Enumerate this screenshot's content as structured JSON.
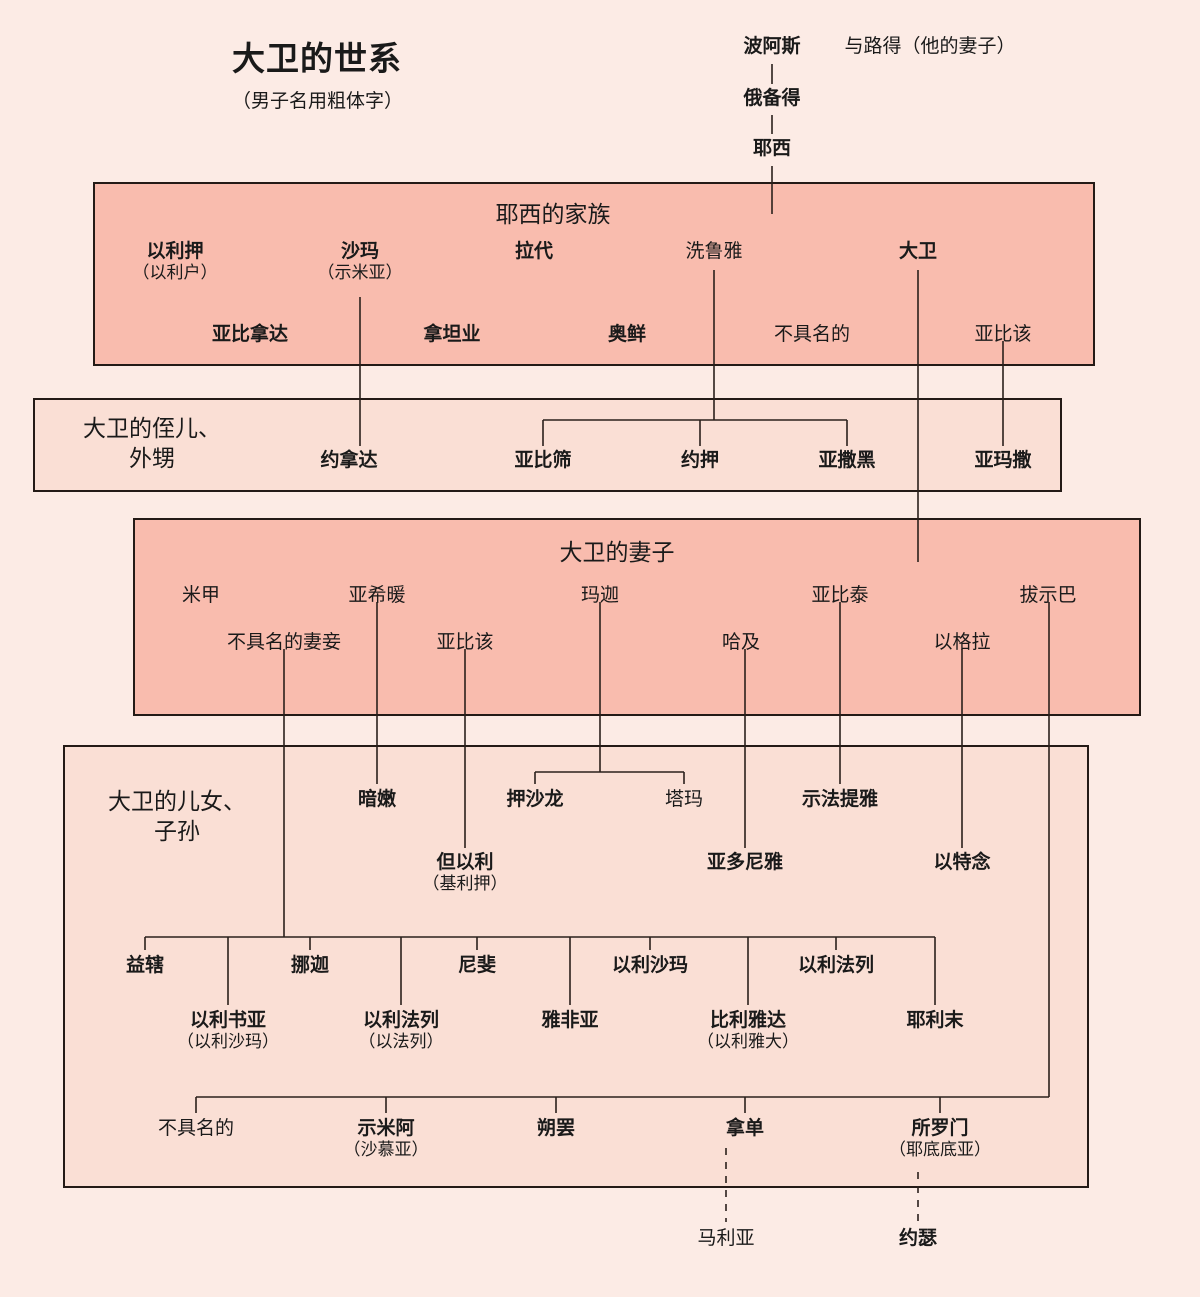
{
  "header": {
    "title": "大卫的世系",
    "subtitle": "（男子名用粗体字）"
  },
  "ancestors": [
    {
      "name": "波阿斯",
      "spouse": "与路得（他的妻子）"
    },
    {
      "name": "俄备得"
    },
    {
      "name": "耶西"
    }
  ],
  "boxes": {
    "jesse_family": {
      "title": "耶西的家族"
    },
    "nephews": {
      "title": "大卫的侄儿、\n外甥",
      "line1": "大卫的侄儿、",
      "line2": "外甥"
    },
    "wives": {
      "title": "大卫的妻子"
    },
    "children": {
      "line1": "大卫的儿女、",
      "line2": "子孙"
    }
  },
  "jesse_family": {
    "row1": [
      {
        "name": "以利押",
        "alt": "（以利户）",
        "male": true
      },
      {
        "name": "沙玛",
        "alt": "（示米亚）",
        "male": true
      },
      {
        "name": "拉代",
        "alt": "",
        "male": true
      },
      {
        "name": "洗鲁雅",
        "alt": "",
        "male": false
      },
      {
        "name": "大卫",
        "alt": "",
        "male": true
      }
    ],
    "row2": [
      {
        "name": "亚比拿达",
        "male": true
      },
      {
        "name": "拿坦业",
        "male": true
      },
      {
        "name": "奥鲜",
        "male": true
      },
      {
        "name": "不具名的",
        "male": false
      },
      {
        "name": "亚比该",
        "male": false
      }
    ]
  },
  "nephews": [
    {
      "name": "约拿达",
      "male": true
    },
    {
      "name": "亚比筛",
      "male": true
    },
    {
      "name": "约押",
      "male": true
    },
    {
      "name": "亚撒黑",
      "male": true
    },
    {
      "name": "亚玛撒",
      "male": true
    }
  ],
  "wives": {
    "row1": [
      {
        "name": "米甲"
      },
      {
        "name": "亚希暖"
      },
      {
        "name": "玛迦"
      },
      {
        "name": "亚比泰"
      },
      {
        "name": "拔示巴"
      }
    ],
    "row2": [
      {
        "name": "不具名的妻妾"
      },
      {
        "name": "亚比该"
      },
      {
        "name": "哈及"
      },
      {
        "name": "以格拉"
      }
    ]
  },
  "children": {
    "row1": [
      {
        "name": "暗嫩",
        "male": true
      },
      {
        "name": "押沙龙",
        "male": true
      },
      {
        "name": "塔玛",
        "male": false
      },
      {
        "name": "示法提雅",
        "male": true
      }
    ],
    "row2": [
      {
        "name": "但以利",
        "alt": "（基利押）",
        "male": true
      },
      {
        "name": "亚多尼雅",
        "alt": "",
        "male": true
      },
      {
        "name": "以特念",
        "alt": "",
        "male": true
      }
    ],
    "row3": [
      {
        "name": "益辖",
        "male": true
      },
      {
        "name": "挪迦",
        "male": true
      },
      {
        "name": "尼斐",
        "male": true
      },
      {
        "name": "以利沙玛",
        "male": true
      },
      {
        "name": "以利法列",
        "male": true
      }
    ],
    "row4": [
      {
        "name": "以利书亚",
        "alt": "（以利沙玛）",
        "male": true
      },
      {
        "name": "以利法列",
        "alt": "（以法列）",
        "male": true
      },
      {
        "name": "雅非亚",
        "alt": "",
        "male": true
      },
      {
        "name": "比利雅达",
        "alt": "（以利雅大）",
        "male": true
      },
      {
        "name": "耶利末",
        "alt": "",
        "male": true
      }
    ],
    "row5": [
      {
        "name": "不具名的",
        "alt": "",
        "male": false
      },
      {
        "name": "示米阿",
        "alt": "（沙慕亚）",
        "male": true
      },
      {
        "name": "朔罢",
        "alt": "",
        "male": true
      },
      {
        "name": "拿单",
        "alt": "",
        "male": true
      },
      {
        "name": "所罗门",
        "alt": "（耶底底亚）",
        "male": true
      }
    ]
  },
  "descendants": [
    {
      "name": "马利亚",
      "male": false
    },
    {
      "name": "约瑟",
      "male": true
    }
  ],
  "colors": {
    "page_background": "#fcebe5",
    "box_dark": "#f9bcae",
    "box_light": "#fadfd5",
    "line": "#2a201c",
    "text": "#1a1a1a"
  }
}
